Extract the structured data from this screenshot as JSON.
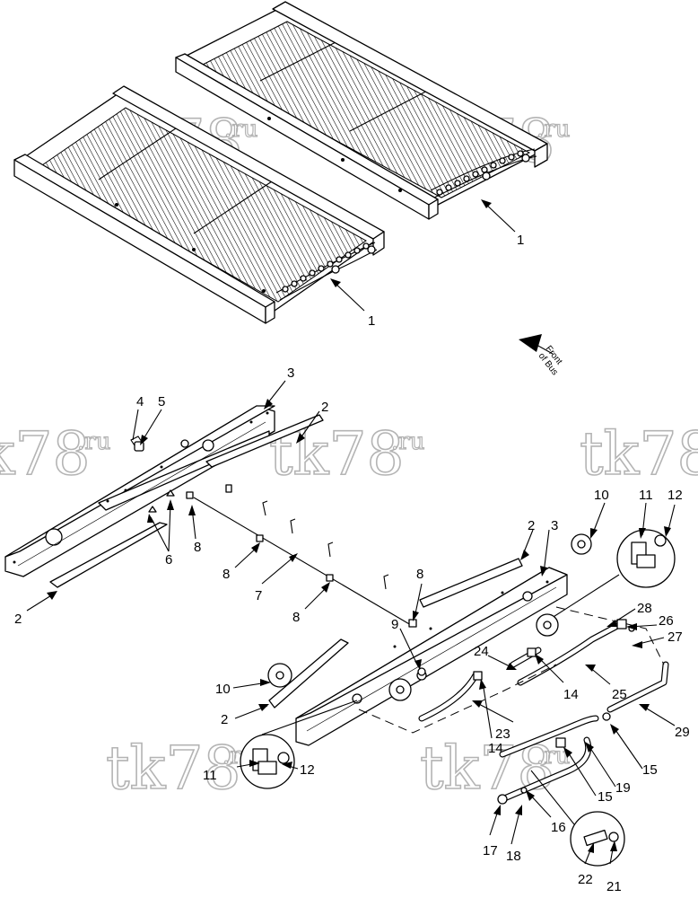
{
  "watermark": {
    "brand": "tk78",
    "suffix": ".ru"
  },
  "compass": {
    "line1": "Front",
    "line2": "of Bus"
  },
  "callouts": [
    {
      "label": "1"
    },
    {
      "label": "1"
    },
    {
      "label": "2"
    },
    {
      "label": "2"
    },
    {
      "label": "2"
    },
    {
      "label": "2"
    },
    {
      "label": "3"
    },
    {
      "label": "3"
    },
    {
      "label": "4"
    },
    {
      "label": "5"
    },
    {
      "label": "6"
    },
    {
      "label": "7"
    },
    {
      "label": "8"
    },
    {
      "label": "8"
    },
    {
      "label": "8"
    },
    {
      "label": "8"
    },
    {
      "label": "9"
    },
    {
      "label": "10"
    },
    {
      "label": "10"
    },
    {
      "label": "11"
    },
    {
      "label": "11"
    },
    {
      "label": "12"
    },
    {
      "label": "12"
    },
    {
      "label": "14"
    },
    {
      "label": "14"
    },
    {
      "label": "15"
    },
    {
      "label": "15"
    },
    {
      "label": "16"
    },
    {
      "label": "17"
    },
    {
      "label": "18"
    },
    {
      "label": "19"
    },
    {
      "label": "21"
    },
    {
      "label": "22"
    },
    {
      "label": "23"
    },
    {
      "label": "24"
    },
    {
      "label": "25"
    },
    {
      "label": "26"
    },
    {
      "label": "27"
    },
    {
      "label": "28"
    },
    {
      "label": "29"
    }
  ]
}
